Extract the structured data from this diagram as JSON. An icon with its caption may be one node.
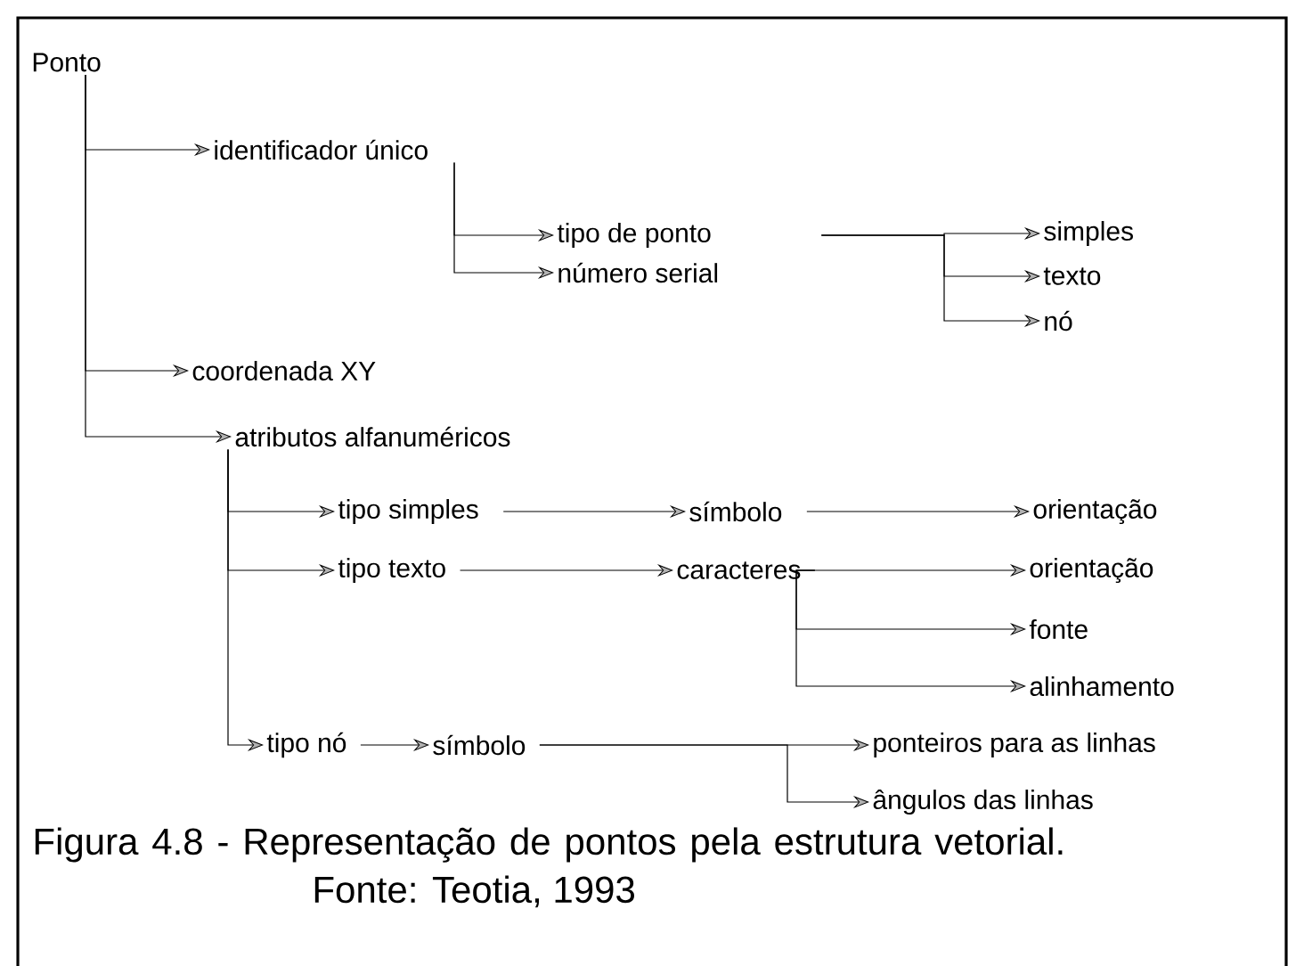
{
  "diagram": {
    "caption": "Figura 4.8 - Representação de pontos pela estrutura vetorial. Fonte: Teotia, 1993",
    "nodes": [
      {
        "text": [
          "Ponto"
        ]
      },
      {
        "text": [
          "identificador único"
        ]
      },
      {
        "text": [
          "tipo de ponto"
        ]
      },
      {
        "text": [
          "número serial"
        ]
      },
      {
        "text": [
          "simples"
        ]
      },
      {
        "text": [
          "texto"
        ]
      },
      {
        "text": [
          "nó"
        ]
      },
      {
        "text": [
          "coordenada XY"
        ]
      },
      {
        "text": [
          "atributos alfanuméricos"
        ]
      },
      {
        "text": [
          "tipo simples"
        ]
      },
      {
        "text": [
          "símbolo"
        ]
      },
      {
        "text": [
          "orientação"
        ]
      },
      {
        "text": [
          "tipo texto"
        ]
      },
      {
        "text": [
          "caracteres"
        ]
      },
      {
        "text": [
          "orientação"
        ]
      },
      {
        "text": [
          "fonte"
        ]
      },
      {
        "text": [
          "alinhamento"
        ]
      },
      {
        "text": [
          "tipo nó"
        ]
      },
      {
        "text": [
          "símbolo"
        ]
      },
      {
        "text": [
          "ponteiros para as linhas"
        ]
      },
      {
        "text": [
          "ângulos das linhas"
        ]
      }
    ],
    "edges": [
      {
        "from": 0,
        "to": 1,
        "arrow": "to"
      },
      {
        "from": 0,
        "to": 7,
        "arrow": "to"
      },
      {
        "from": 0,
        "to": 8,
        "arrow": "to"
      },
      {
        "from": 1,
        "to": 2,
        "arrow": "to"
      },
      {
        "from": 1,
        "to": 3,
        "arrow": "to"
      },
      {
        "from": 2,
        "to": 4,
        "arrow": "to"
      },
      {
        "from": 2,
        "to": 5,
        "arrow": "to"
      },
      {
        "from": 2,
        "to": 6,
        "arrow": "to"
      },
      {
        "from": 8,
        "to": 9,
        "arrow": "to"
      },
      {
        "from": 8,
        "to": 12,
        "arrow": "to"
      },
      {
        "from": 8,
        "to": 17,
        "arrow": "to"
      },
      {
        "from": 9,
        "to": 10,
        "arrow": "to"
      },
      {
        "from": 10,
        "to": 11,
        "arrow": "to"
      },
      {
        "from": 12,
        "to": 13,
        "arrow": "to"
      },
      {
        "from": 13,
        "to": 14,
        "arrow": "to"
      },
      {
        "from": 13,
        "to": 15,
        "arrow": "to"
      },
      {
        "from": 13,
        "to": 16,
        "arrow": "to"
      },
      {
        "from": 17,
        "to": 18,
        "arrow": "to"
      },
      {
        "from": 18,
        "to": 19,
        "arrow": "to"
      },
      {
        "from": 18,
        "to": 20,
        "arrow": "to"
      }
    ]
  }
}
